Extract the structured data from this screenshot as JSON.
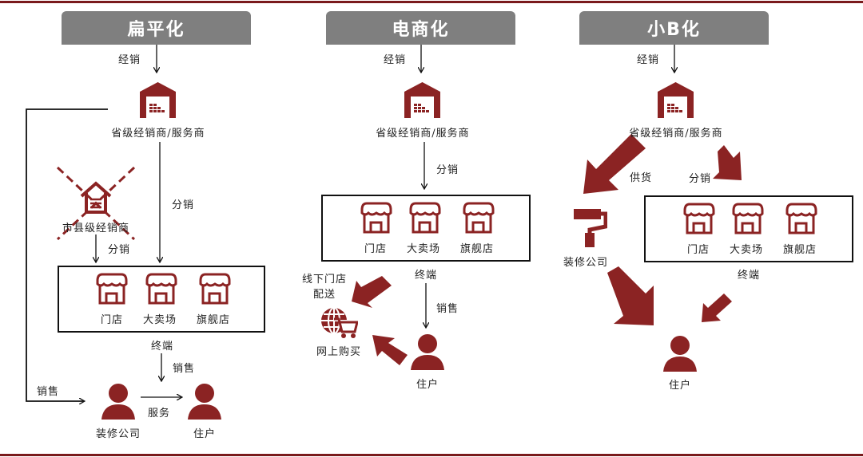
{
  "colors": {
    "accent": "#8b2323",
    "header_bg": "#7f7f7f",
    "rule": "#7a1a1c",
    "line": "#111111"
  },
  "panels": [
    {
      "title": "扁平化",
      "top_flow_label": "经销",
      "distributor": "省级经销商/服务商",
      "crossed_node": "市县级经销商",
      "dist_label_right": "分销",
      "dist_label_left": "分销",
      "stores": [
        "门店",
        "大卖场",
        "旗舰店"
      ],
      "terminal_label": "终端",
      "sales_label": "销售",
      "side_sales_label": "销售",
      "service_label": "服务",
      "renovation": "装修公司",
      "resident": "住户"
    },
    {
      "title": "电商化",
      "top_flow_label": "经销",
      "distributor": "省级经销商/服务商",
      "dist_label": "分销",
      "stores": [
        "门店",
        "大卖场",
        "旗舰店"
      ],
      "terminal_label": "终端",
      "offline_delivery": [
        "线下门店",
        "配送"
      ],
      "sales_label": "销售",
      "online": "网上购买",
      "resident": "住户"
    },
    {
      "title": "小B化",
      "top_flow_label": "经销",
      "distributor": "省级经销商/服务商",
      "supply_label": "供货",
      "dist_label": "分销",
      "renovation": "装修公司",
      "stores": [
        "门店",
        "大卖场",
        "旗舰店"
      ],
      "terminal_label": "终端",
      "resident": "住户"
    }
  ]
}
